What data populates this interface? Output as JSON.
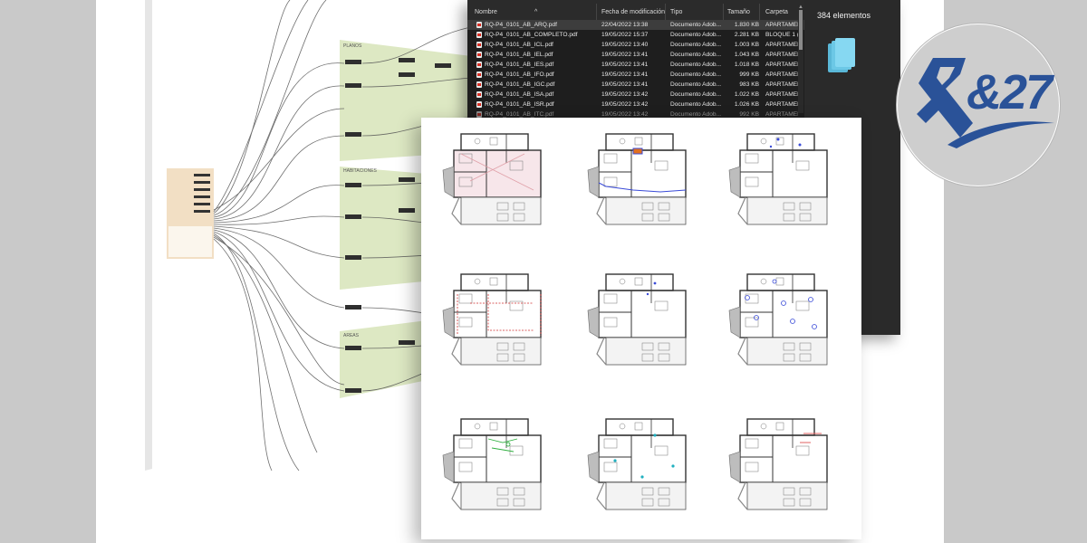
{
  "explorer": {
    "columns": {
      "name": "Nombre",
      "modified": "Fecha de modificación",
      "type": "Tipo",
      "size": "Tamaño",
      "folder": "Carpeta"
    },
    "files": [
      {
        "name": "RQ-P4_0101_AB_ARQ.pdf",
        "modified": "22/04/2022 13:38",
        "type": "Documento Adob...",
        "size": "1.830 KB",
        "folder": "APARTAMEN"
      },
      {
        "name": "RQ-P4_0101_AB_COMPLETO.pdf",
        "modified": "19/05/2022 15:37",
        "type": "Documento Adob...",
        "size": "2.281 KB",
        "folder": "BLOQUE 1 ("
      },
      {
        "name": "RQ-P4_0101_AB_ICL.pdf",
        "modified": "19/05/2022 13:40",
        "type": "Documento Adob...",
        "size": "1.003 KB",
        "folder": "APARTAMEN"
      },
      {
        "name": "RQ-P4_0101_AB_IEL.pdf",
        "modified": "19/05/2022 13:41",
        "type": "Documento Adob...",
        "size": "1.043 KB",
        "folder": "APARTAMEN"
      },
      {
        "name": "RQ-P4_0101_AB_IES.pdf",
        "modified": "19/05/2022 13:41",
        "type": "Documento Adob...",
        "size": "1.018 KB",
        "folder": "APARTAMEN"
      },
      {
        "name": "RQ-P4_0101_AB_IFO.pdf",
        "modified": "19/05/2022 13:41",
        "type": "Documento Adob...",
        "size": "999 KB",
        "folder": "APARTAMEN"
      },
      {
        "name": "RQ-P4_0101_AB_IGC.pdf",
        "modified": "19/05/2022 13:41",
        "type": "Documento Adob...",
        "size": "983 KB",
        "folder": "APARTAMEN"
      },
      {
        "name": "RQ-P4_0101_AB_ISA.pdf",
        "modified": "19/05/2022 13:42",
        "type": "Documento Adob...",
        "size": "1.022 KB",
        "folder": "APARTAMEN"
      },
      {
        "name": "RQ-P4_0101_AB_ISR.pdf",
        "modified": "19/05/2022 13:42",
        "type": "Documento Adob...",
        "size": "1.026 KB",
        "folder": "APARTAMEN"
      },
      {
        "name": "RQ-P4_0101_AB_ITC.pdf",
        "modified": "19/05/2022 13:42",
        "type": "Documento Adob...",
        "size": "992 KB",
        "folder": "APARTAMEN"
      }
    ],
    "item_count": "384 elementos",
    "folder_icon": "library-stack-icon"
  },
  "graph": {
    "groups": [
      "PLANOS",
      "HABITACIONES",
      "AREAS"
    ],
    "group_color": "#dde8c3"
  },
  "plans": {
    "accent_colors": [
      "#e0a0a8",
      "#3a4bd8",
      "#3a4bd8",
      "#d03030",
      "#3a4bd8",
      "#3a4bd8",
      "#30b040",
      "#20b0c0",
      "#e06060"
    ]
  },
  "logo": {
    "text": "&27",
    "color": "#2a5298"
  }
}
